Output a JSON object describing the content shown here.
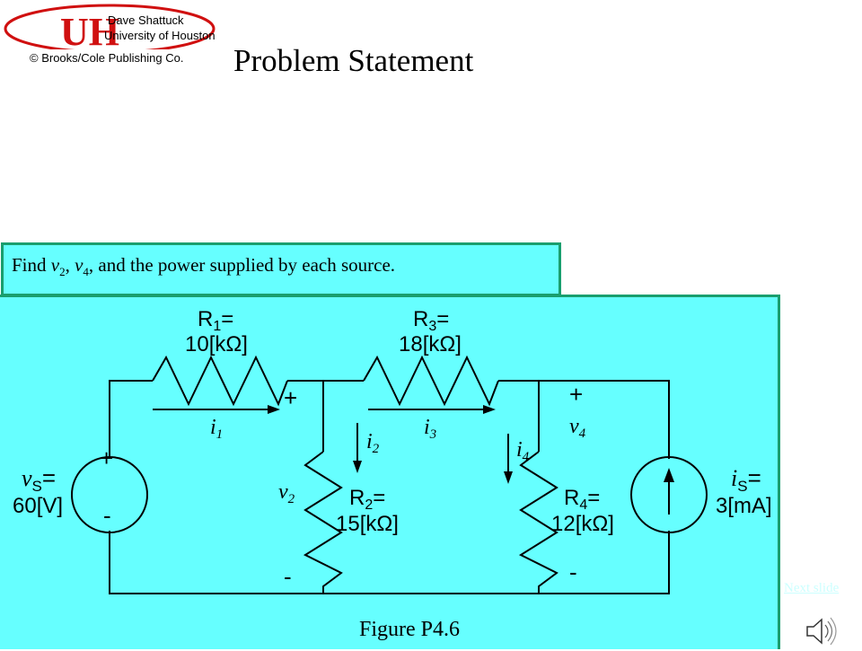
{
  "header": {
    "author_line1": "Dave Shattuck",
    "author_line2": "University of Houston",
    "copyright": "© Brooks/Cole Publishing Co.",
    "logo_letters": "UH"
  },
  "title": "Problem Statement",
  "prompt": {
    "part1": "Find ",
    "v2_var": "v",
    "v2_sub": "2",
    "sep1": ", ",
    "v4_var": "v",
    "v4_sub": "4",
    "part2": ", and the power supplied by each source."
  },
  "circuit": {
    "r1_line1": "R",
    "r1_sub": "1",
    "r1_eq": "=",
    "r1_value": "10[kΩ]",
    "r3_line1": "R",
    "r3_sub": "3",
    "r3_eq": "=",
    "r3_value": "18[kΩ]",
    "r2_line1": "R",
    "r2_sub": "2",
    "r2_eq": "=",
    "r2_value": "15[kΩ]",
    "r4_line1": "R",
    "r4_sub": "4",
    "r4_eq": "=",
    "r4_value": "12[kΩ]",
    "vs_var": "v",
    "vs_sub": "S",
    "vs_eq": "=",
    "vs_value": "60[V]",
    "is_var": "i",
    "is_sub": "S",
    "is_eq": "=",
    "is_value": "3[mA]",
    "i1_var": "i",
    "i1_sub": "1",
    "i2_var": "i",
    "i2_sub": "2",
    "i3_var": "i",
    "i3_sub": "3",
    "i4_var": "i",
    "i4_sub": "4",
    "v2_var": "v",
    "v2_sub": "2",
    "v4_var": "v",
    "v4_sub": "4",
    "plus": "+",
    "minus": "-",
    "figure_caption": "Figure P4.6"
  },
  "nav": {
    "next_slide": "Next slide"
  },
  "colors": {
    "panel_bg": "#66ffff",
    "panel_border": "#1a9e6e",
    "logo_red": "#d01010"
  }
}
